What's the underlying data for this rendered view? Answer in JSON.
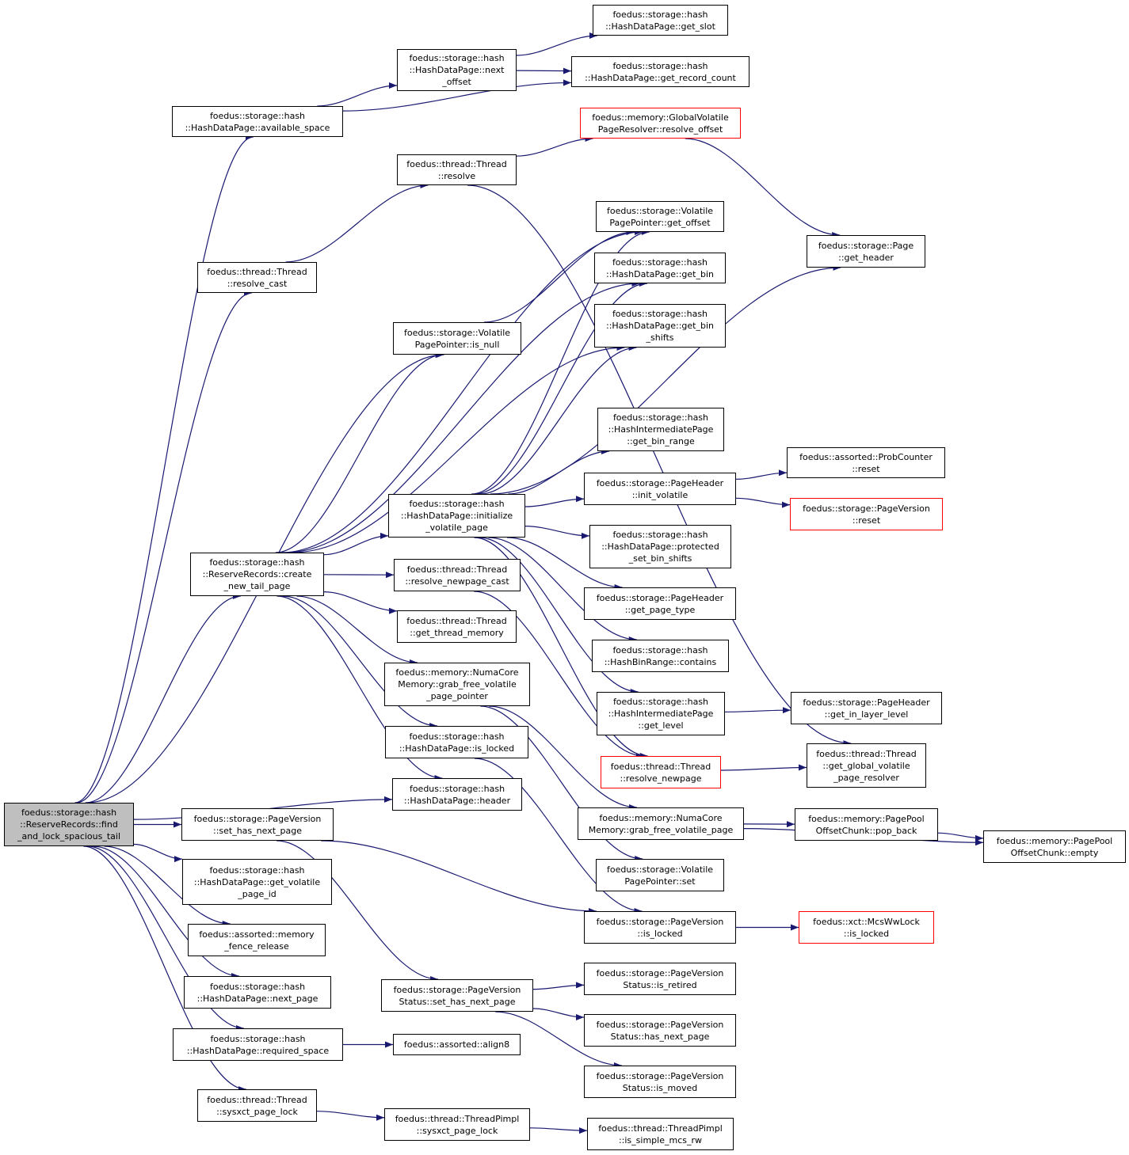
{
  "colors": {
    "edge": "#191970",
    "border": "#000000",
    "root_fill": "#bfbfbf",
    "truncated_border": "#ff0000"
  },
  "nodes": [
    {
      "id": "root",
      "label": "foedus::storage::hash\n::ReserveRecords::find\n_and_lock_spacious_tail",
      "root": true
    },
    {
      "id": "available_space",
      "label": "foedus::storage::hash\n::HashDataPage::available_space"
    },
    {
      "id": "next_offset",
      "label": "foedus::storage::hash\n::HashDataPage::next\n_offset"
    },
    {
      "id": "get_slot",
      "label": "foedus::storage::hash\n::HashDataPage::get_slot"
    },
    {
      "id": "get_record_count",
      "label": "foedus::storage::hash\n::HashDataPage::get_record_count"
    },
    {
      "id": "resolve_offset",
      "label": "foedus::memory::GlobalVolatile\nPageResolver::resolve_offset",
      "red": true
    },
    {
      "id": "thread_resolve",
      "label": "foedus::thread::Thread\n::resolve"
    },
    {
      "id": "page_get_header",
      "label": "foedus::storage::Page\n::get_header"
    },
    {
      "id": "resolve_cast",
      "label": "foedus::thread::Thread\n::resolve_cast"
    },
    {
      "id": "vpp_get_offset",
      "label": "foedus::storage::Volatile\nPagePointer::get_offset"
    },
    {
      "id": "get_bin",
      "label": "foedus::storage::hash\n::HashDataPage::get_bin"
    },
    {
      "id": "is_null",
      "label": "foedus::storage::Volatile\nPagePointer::is_null"
    },
    {
      "id": "get_bin_shifts",
      "label": "foedus::storage::hash\n::HashDataPage::get_bin\n_shifts"
    },
    {
      "id": "get_bin_range",
      "label": "foedus::storage::hash\n::HashIntermediatePage\n::get_bin_range"
    },
    {
      "id": "probcounter_reset",
      "label": "foedus::assorted::ProbCounter\n::reset"
    },
    {
      "id": "init_volatile",
      "label": "foedus::storage::PageHeader\n::init_volatile"
    },
    {
      "id": "initialize_volatile_page",
      "label": "foedus::storage::hash\n::HashDataPage::initialize\n_volatile_page"
    },
    {
      "id": "pageversion_reset",
      "label": "foedus::storage::PageVersion\n::reset",
      "red": true
    },
    {
      "id": "protected_set_bin_shifts",
      "label": "foedus::storage::hash\n::HashDataPage::protected\n_set_bin_shifts"
    },
    {
      "id": "create_new_tail_page",
      "label": "foedus::storage::hash\n::ReserveRecords::create\n_new_tail_page"
    },
    {
      "id": "resolve_newpage_cast",
      "label": "foedus::thread::Thread\n::resolve_newpage_cast"
    },
    {
      "id": "get_page_type",
      "label": "foedus::storage::PageHeader\n::get_page_type"
    },
    {
      "id": "get_thread_memory",
      "label": "foedus::thread::Thread\n::get_thread_memory"
    },
    {
      "id": "hashbinrange_contains",
      "label": "foedus::storage::hash\n::HashBinRange::contains"
    },
    {
      "id": "grab_free_volatile_page_pointer",
      "label": "foedus::memory::NumaCore\nMemory::grab_free_volatile\n_page_pointer"
    },
    {
      "id": "hip_get_level",
      "label": "foedus::storage::hash\n::HashIntermediatePage\n::get_level"
    },
    {
      "id": "get_in_layer_level",
      "label": "foedus::storage::PageHeader\n::get_in_layer_level"
    },
    {
      "id": "hdp_is_locked",
      "label": "foedus::storage::hash\n::HashDataPage::is_locked"
    },
    {
      "id": "get_global_volatile_page_resolver",
      "label": "foedus::thread::Thread\n::get_global_volatile\n_page_resolver"
    },
    {
      "id": "resolve_newpage",
      "label": "foedus::thread::Thread\n::resolve_newpage",
      "red": true
    },
    {
      "id": "hdp_header",
      "label": "foedus::storage::hash\n::HashDataPage::header"
    },
    {
      "id": "set_has_next_page",
      "label": "foedus::storage::PageVersion\n::set_has_next_page"
    },
    {
      "id": "grab_free_volatile_page",
      "label": "foedus::memory::NumaCore\nMemory::grab_free_volatile_page"
    },
    {
      "id": "pop_back",
      "label": "foedus::memory::PagePool\nOffsetChunk::pop_back"
    },
    {
      "id": "chunk_empty",
      "label": "foedus::memory::PagePool\nOffsetChunk::empty"
    },
    {
      "id": "get_volatile_page_id",
      "label": "foedus::storage::hash\n::HashDataPage::get_volatile\n_page_id"
    },
    {
      "id": "vpp_set",
      "label": "foedus::storage::Volatile\nPagePointer::set"
    },
    {
      "id": "pv_is_locked",
      "label": "foedus::storage::PageVersion\n::is_locked"
    },
    {
      "id": "mcs_is_locked",
      "label": "foedus::xct::McsWwLock\n::is_locked",
      "red": true
    },
    {
      "id": "memory_fence_release",
      "label": "foedus::assorted::memory\n_fence_release"
    },
    {
      "id": "pvs_is_retired",
      "label": "foedus::storage::PageVersion\nStatus::is_retired"
    },
    {
      "id": "hdp_next_page",
      "label": "foedus::storage::hash\n::HashDataPage::next_page"
    },
    {
      "id": "pvs_set_has_next_page",
      "label": "foedus::storage::PageVersion\nStatus::set_has_next_page"
    },
    {
      "id": "pvs_has_next_page",
      "label": "foedus::storage::PageVersion\nStatus::has_next_page"
    },
    {
      "id": "required_space",
      "label": "foedus::storage::hash\n::HashDataPage::required_space"
    },
    {
      "id": "align8",
      "label": "foedus::assorted::align8"
    },
    {
      "id": "pvs_is_moved",
      "label": "foedus::storage::PageVersion\nStatus::is_moved"
    },
    {
      "id": "sysxct_page_lock",
      "label": "foedus::thread::Thread\n::sysxct_page_lock"
    },
    {
      "id": "pimpl_sysxct_page_lock",
      "label": "foedus::thread::ThreadPimpl\n::sysxct_page_lock"
    },
    {
      "id": "pimpl_is_simple_mcs_rw",
      "label": "foedus::thread::ThreadPimpl\n::is_simple_mcs_rw"
    }
  ],
  "edges": [
    [
      "root",
      "available_space"
    ],
    [
      "root",
      "resolve_cast"
    ],
    [
      "root",
      "is_null"
    ],
    [
      "root",
      "create_new_tail_page"
    ],
    [
      "root",
      "hdp_header"
    ],
    [
      "root",
      "set_has_next_page"
    ],
    [
      "root",
      "get_volatile_page_id"
    ],
    [
      "root",
      "memory_fence_release"
    ],
    [
      "root",
      "hdp_next_page"
    ],
    [
      "root",
      "required_space"
    ],
    [
      "root",
      "sysxct_page_lock"
    ],
    [
      "available_space",
      "next_offset"
    ],
    [
      "available_space",
      "get_record_count"
    ],
    [
      "next_offset",
      "get_slot"
    ],
    [
      "next_offset",
      "get_record_count"
    ],
    [
      "resolve_cast",
      "thread_resolve"
    ],
    [
      "thread_resolve",
      "resolve_offset"
    ],
    [
      "thread_resolve",
      "get_global_volatile_page_resolver"
    ],
    [
      "resolve_offset",
      "page_get_header"
    ],
    [
      "is_null",
      "vpp_get_offset"
    ],
    [
      "create_new_tail_page",
      "is_null"
    ],
    [
      "create_new_tail_page",
      "vpp_get_offset"
    ],
    [
      "create_new_tail_page",
      "get_bin"
    ],
    [
      "create_new_tail_page",
      "get_bin_shifts"
    ],
    [
      "create_new_tail_page",
      "initialize_volatile_page"
    ],
    [
      "create_new_tail_page",
      "resolve_newpage_cast"
    ],
    [
      "create_new_tail_page",
      "get_thread_memory"
    ],
    [
      "create_new_tail_page",
      "grab_free_volatile_page_pointer"
    ],
    [
      "create_new_tail_page",
      "hdp_is_locked"
    ],
    [
      "create_new_tail_page",
      "hdp_header"
    ],
    [
      "initialize_volatile_page",
      "vpp_get_offset"
    ],
    [
      "initialize_volatile_page",
      "get_bin"
    ],
    [
      "initialize_volatile_page",
      "get_bin_shifts"
    ],
    [
      "initialize_volatile_page",
      "page_get_header"
    ],
    [
      "initialize_volatile_page",
      "get_bin_range"
    ],
    [
      "initialize_volatile_page",
      "init_volatile"
    ],
    [
      "initialize_volatile_page",
      "protected_set_bin_shifts"
    ],
    [
      "initialize_volatile_page",
      "get_page_type"
    ],
    [
      "initialize_volatile_page",
      "hashbinrange_contains"
    ],
    [
      "initialize_volatile_page",
      "hip_get_level"
    ],
    [
      "initialize_volatile_page",
      "resolve_newpage"
    ],
    [
      "init_volatile",
      "probcounter_reset"
    ],
    [
      "init_volatile",
      "pageversion_reset"
    ],
    [
      "hip_get_level",
      "get_in_layer_level"
    ],
    [
      "resolve_newpage_cast",
      "resolve_newpage"
    ],
    [
      "resolve_newpage",
      "get_global_volatile_page_resolver"
    ],
    [
      "grab_free_volatile_page_pointer",
      "grab_free_volatile_page"
    ],
    [
      "grab_free_volatile_page_pointer",
      "vpp_set"
    ],
    [
      "grab_free_volatile_page",
      "pop_back"
    ],
    [
      "grab_free_volatile_page",
      "chunk_empty"
    ],
    [
      "pop_back",
      "chunk_empty"
    ],
    [
      "hdp_is_locked",
      "pv_is_locked"
    ],
    [
      "set_has_next_page",
      "pv_is_locked"
    ],
    [
      "set_has_next_page",
      "pvs_set_has_next_page"
    ],
    [
      "pv_is_locked",
      "mcs_is_locked"
    ],
    [
      "pvs_set_has_next_page",
      "pvs_is_retired"
    ],
    [
      "pvs_set_has_next_page",
      "pvs_has_next_page"
    ],
    [
      "pvs_set_has_next_page",
      "pvs_is_moved"
    ],
    [
      "required_space",
      "align8"
    ],
    [
      "sysxct_page_lock",
      "pimpl_sysxct_page_lock"
    ],
    [
      "pimpl_sysxct_page_lock",
      "pimpl_is_simple_mcs_rw"
    ]
  ]
}
